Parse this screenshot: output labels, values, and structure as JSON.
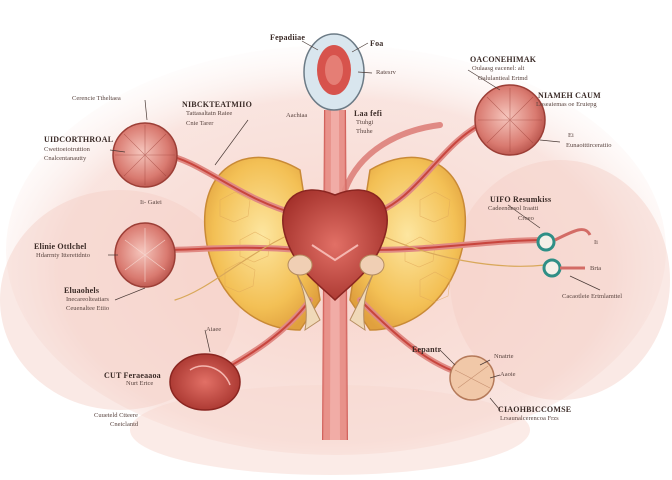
{
  "labels": {
    "top_center_left": "Fepadiiae",
    "top_center_right": "Foa",
    "top_center_sub": "Ratesrv",
    "top_right_title": "OACONEHIMAK",
    "top_right_sub1": "Oulaasg eacenel: alt",
    "top_right_sub2": "Oalulantieal Ertmd",
    "top_left_title": "Cerencie Ttheltaea",
    "mid_top_left_title": "NIBCKTEATMIIO",
    "mid_top_left_sub1": "Tattasaltatn Raiee",
    "mid_top_left_sub2": "Cnie Tarer",
    "center_left": "Aachiaa",
    "center_right_title": "Laa fefi",
    "center_right_sub1": "Ttuhgi",
    "center_right_sub2": "Thuhe",
    "right_title": "NIAMEH CAUM",
    "right_sub1": "Loseaiemas oe Eruiepg",
    "right_e": "Ei",
    "right_sub2": "Eunaoittirceratiio",
    "left_title": "UIDCORTHROAL",
    "left_sub1": "Cwettoeiotruttion",
    "left_sub2": "Cnalcentanautty",
    "left_sub3": "Ii- Gaiei",
    "mid_right_title": "UIFO Resumkiss",
    "mid_right_sub1": "Cadeendesol Iraatti",
    "mid_right_sub2": "Croeo",
    "left_mid_title": "Elinie Ottlchel",
    "left_mid_sub": "Hdarrnty Itterettdnto",
    "right_mid_tag": "Ii",
    "right_mid_tag2": "Brta",
    "right_low": "Cacaotleie Ertmlamttel",
    "left_low_title": "Eluaohels",
    "left_low_sub1": "Inecareolteatiars",
    "left_low_sub2": "Ceuenaltee Etiio",
    "left_bottom_title": "CUT Feraeaaoa",
    "left_bottom_sub": "Nurt Ertce",
    "left_bottom_sub2": "Cuueteld Ctteere",
    "left_bottom_sub3": "Cneiclantd",
    "bottom_center": "Aiaee",
    "bottom_right_a": "Eepantr",
    "bottom_right_b": "Nnatrte",
    "bottom_right_c": "Aaoie",
    "bottom_right_title": "CIAOHBICCOMSE",
    "bottom_right_sub": "Lrsaunalcerencoa Frzs"
  },
  "colors": {
    "wash": "#f6c7bf",
    "organ_red": "#c8453d",
    "tube": "#e08a84",
    "gland": "#f2c35a",
    "ink": "#3a2a26",
    "teal": "#2f8f86"
  }
}
